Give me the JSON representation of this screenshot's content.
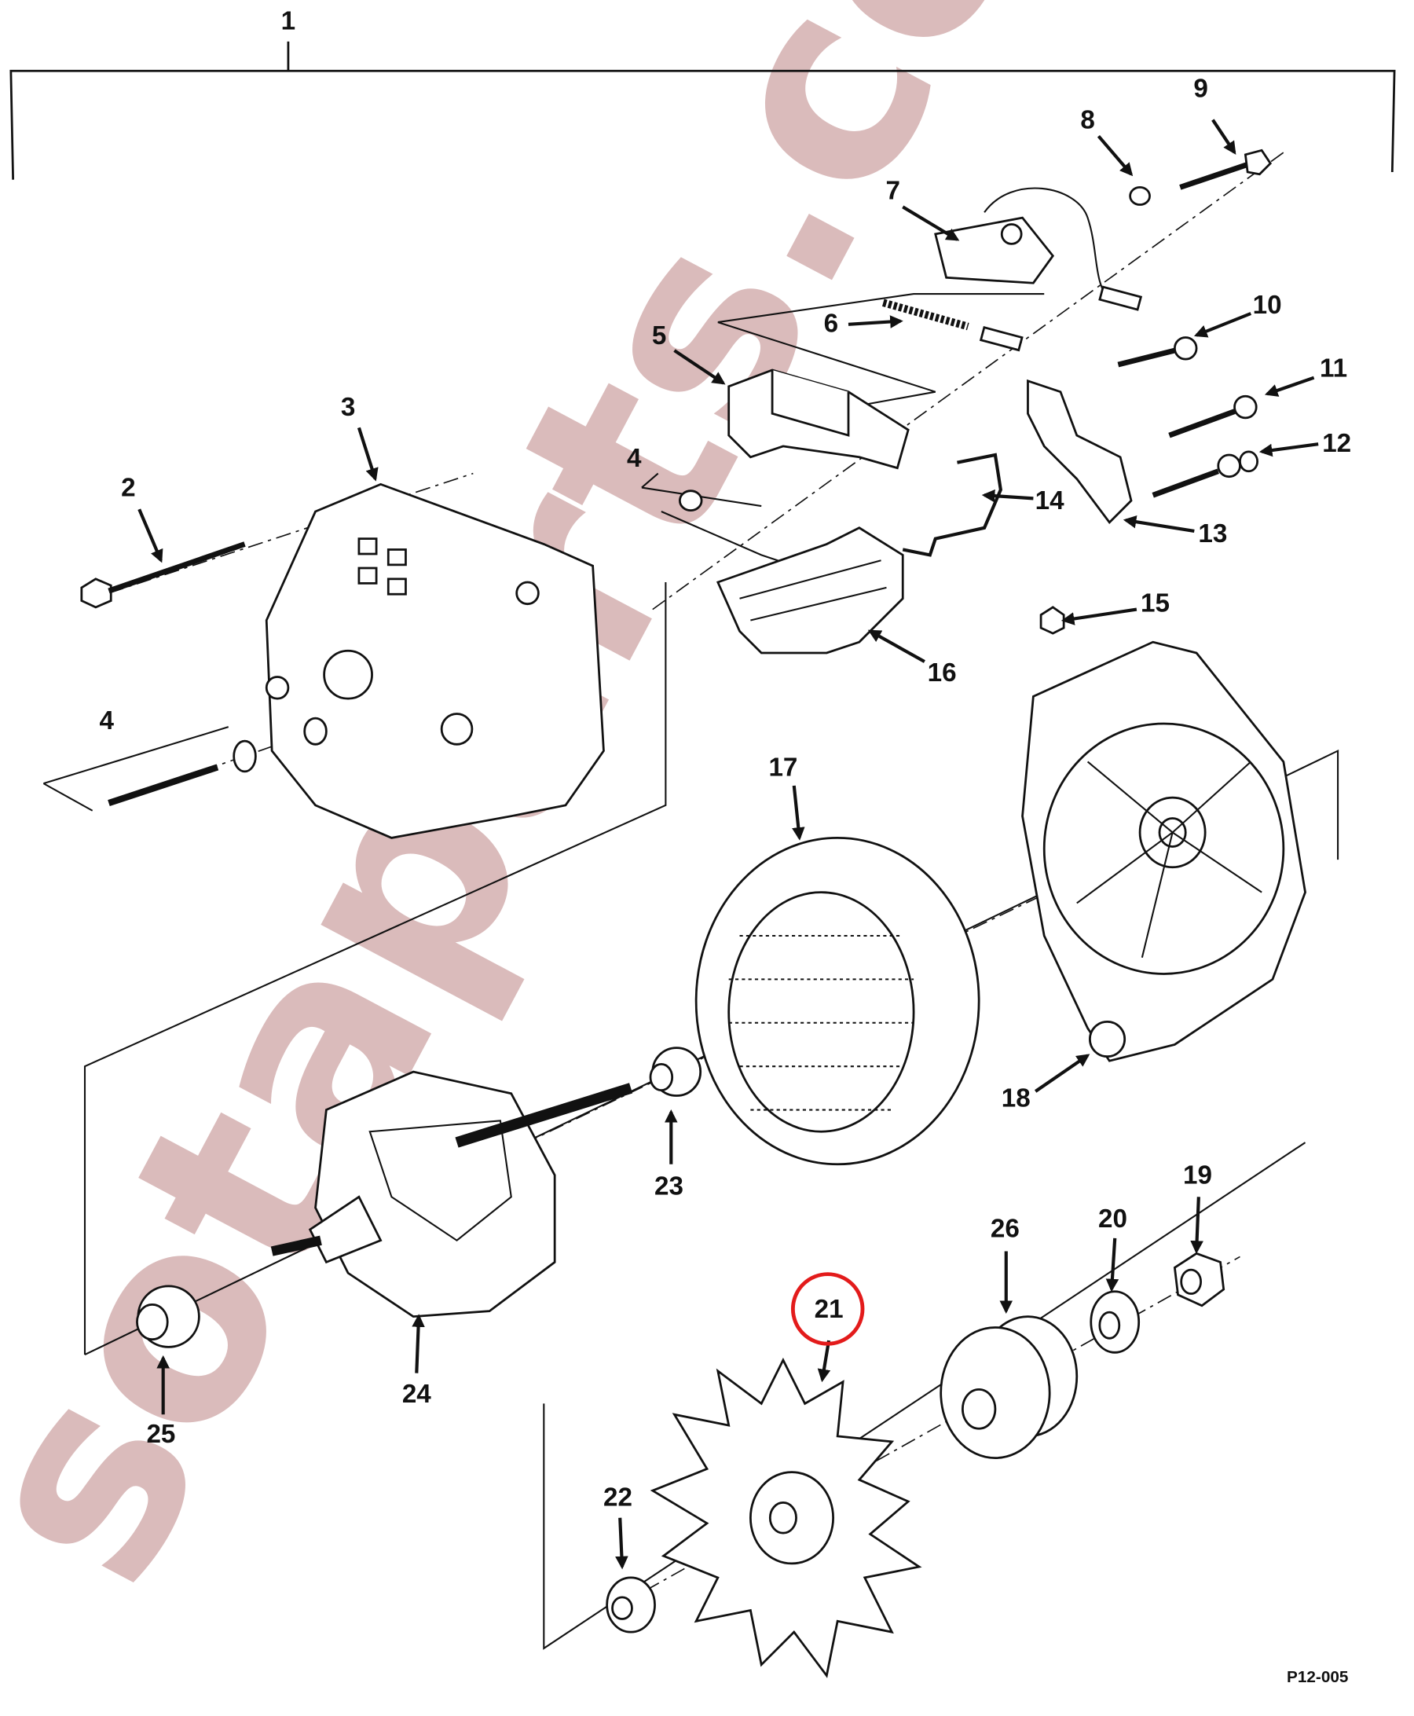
{
  "diagram": {
    "figure_code": "P12-005",
    "watermark": "sotaparts.com",
    "highlight_color": "#e31b1b",
    "highlighted_callout": "21",
    "callouts": [
      "1",
      "2",
      "3",
      "4",
      "4",
      "5",
      "6",
      "7",
      "8",
      "9",
      "10",
      "11",
      "12",
      "13",
      "14",
      "15",
      "16",
      "17",
      "18",
      "19",
      "20",
      "21",
      "22",
      "23",
      "24",
      "25",
      "26"
    ]
  }
}
